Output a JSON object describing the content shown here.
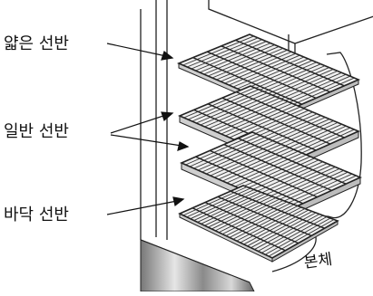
{
  "labels": {
    "thin_shelf": "얇은 선반",
    "normal_shelf": "일반 선반",
    "bottom_shelf": "바닥 선반",
    "body": "본체"
  }
}
